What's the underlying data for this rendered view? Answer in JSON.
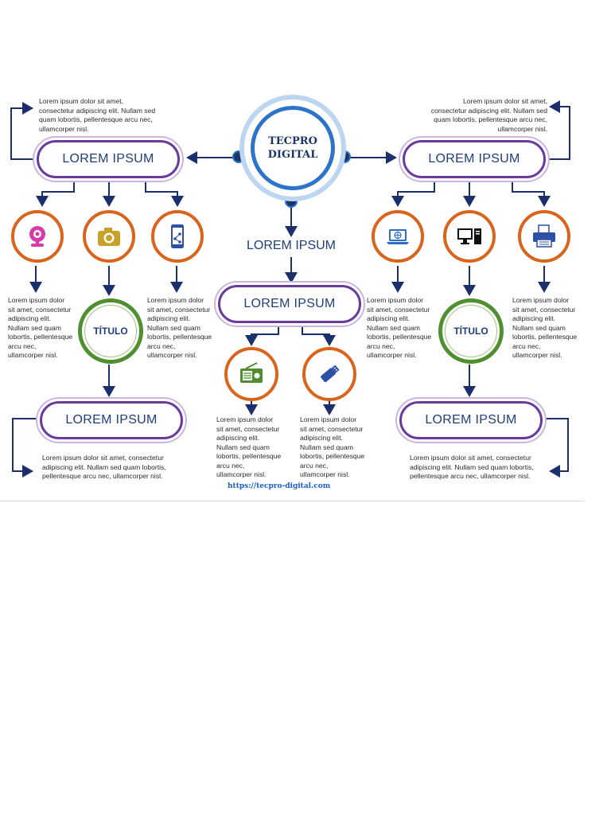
{
  "hub": {
    "line1": "TECPRO",
    "line2": "DIGITAL"
  },
  "center": {
    "label_plain": "LOREM IPSUM",
    "pill_label": "LOREM IPSUM",
    "col1_text": "Lorem ipsum dolor\nsit amet, consectetur\nadipiscing elit.\nNullam sed quam\nlobortis, pellentesque\narcu nec,\nullamcorper nisl.",
    "col2_text": "Lorem ipsum dolor\nsit amet, consectetur\nadipiscing elit.\nNullam sed quam\nlobortis, pellentesque\narcu nec,\nullamcorper nisl.",
    "icons": [
      "radio-icon",
      "usb-drive-icon"
    ]
  },
  "left": {
    "top_text": "Lorem ipsum dolor sit amet,\nconsectetur adipiscing elit. Nullam sed\nquam lobortis, pellentesque arcu nec,\nullamcorper nisl.",
    "pill_label": "LOREM IPSUM",
    "icons": [
      "webcam-icon",
      "camera-icon",
      "smartphone-share-icon"
    ],
    "col1_text": "Lorem ipsum dolor\nsit amet, consectetur\nadipiscing elit.\nNullam sed quam\nlobortis, pellentesque\narcu nec,\nullamcorper nisl.",
    "col3_text": "Lorem ipsum dolor\nsit amet, consectetur\nadipiscing elit.\nNullam sed quam\nlobortis, pellentesque\narcu nec,\nullamcorper nisl.",
    "titulo": "TÍTULO",
    "bottom_pill_label": "LOREM IPSUM",
    "bottom_text": "Lorem ipsum dolor sit amet, consectetur\nadipiscing elit. Nullam sed quam lobortis,\npellentesque arcu nec, ullamcorper nisl."
  },
  "right": {
    "top_text": "Lorem ipsum dolor sit amet,\nconsectetur adipiscing elit. Nullam sed\nquam lobortis, pellentesque arcu nec,\nullamcorper nisl.",
    "pill_label": "LOREM IPSUM",
    "icons": [
      "laptop-web-icon",
      "desktop-computer-icon",
      "printer-icon"
    ],
    "col1_text": "Lorem ipsum dolor\nsit amet, consectetur\nadipiscing elit.\nNullam sed quam\nlobortis, pellentesque\narcu nec,\nullamcorper nisl.",
    "col3_text": "Lorem ipsum dolor\nsit amet, consectetur\nadipiscing elit.\nNullam sed quam\nlobortis, pellentesque\narcu nec,\nullamcorper nisl.",
    "titulo": "TÍTULO",
    "bottom_pill_label": "LOREM IPSUM",
    "bottom_text": "Lorem ipsum dolor sit amet, consectetur\nadipiscing elit. Nullam sed quam lobortis,\npellentesque arcu nec, ullamcorper nisl."
  },
  "footer": {
    "url": "https://tecpro-digital.com"
  },
  "colors": {
    "connector": "#1a2f6b",
    "pill_border": "#6a3a9c",
    "icon_ring": "#d9651c",
    "titulo_ring": "#4f8f2f",
    "hub_ring": "#2b74c9"
  }
}
